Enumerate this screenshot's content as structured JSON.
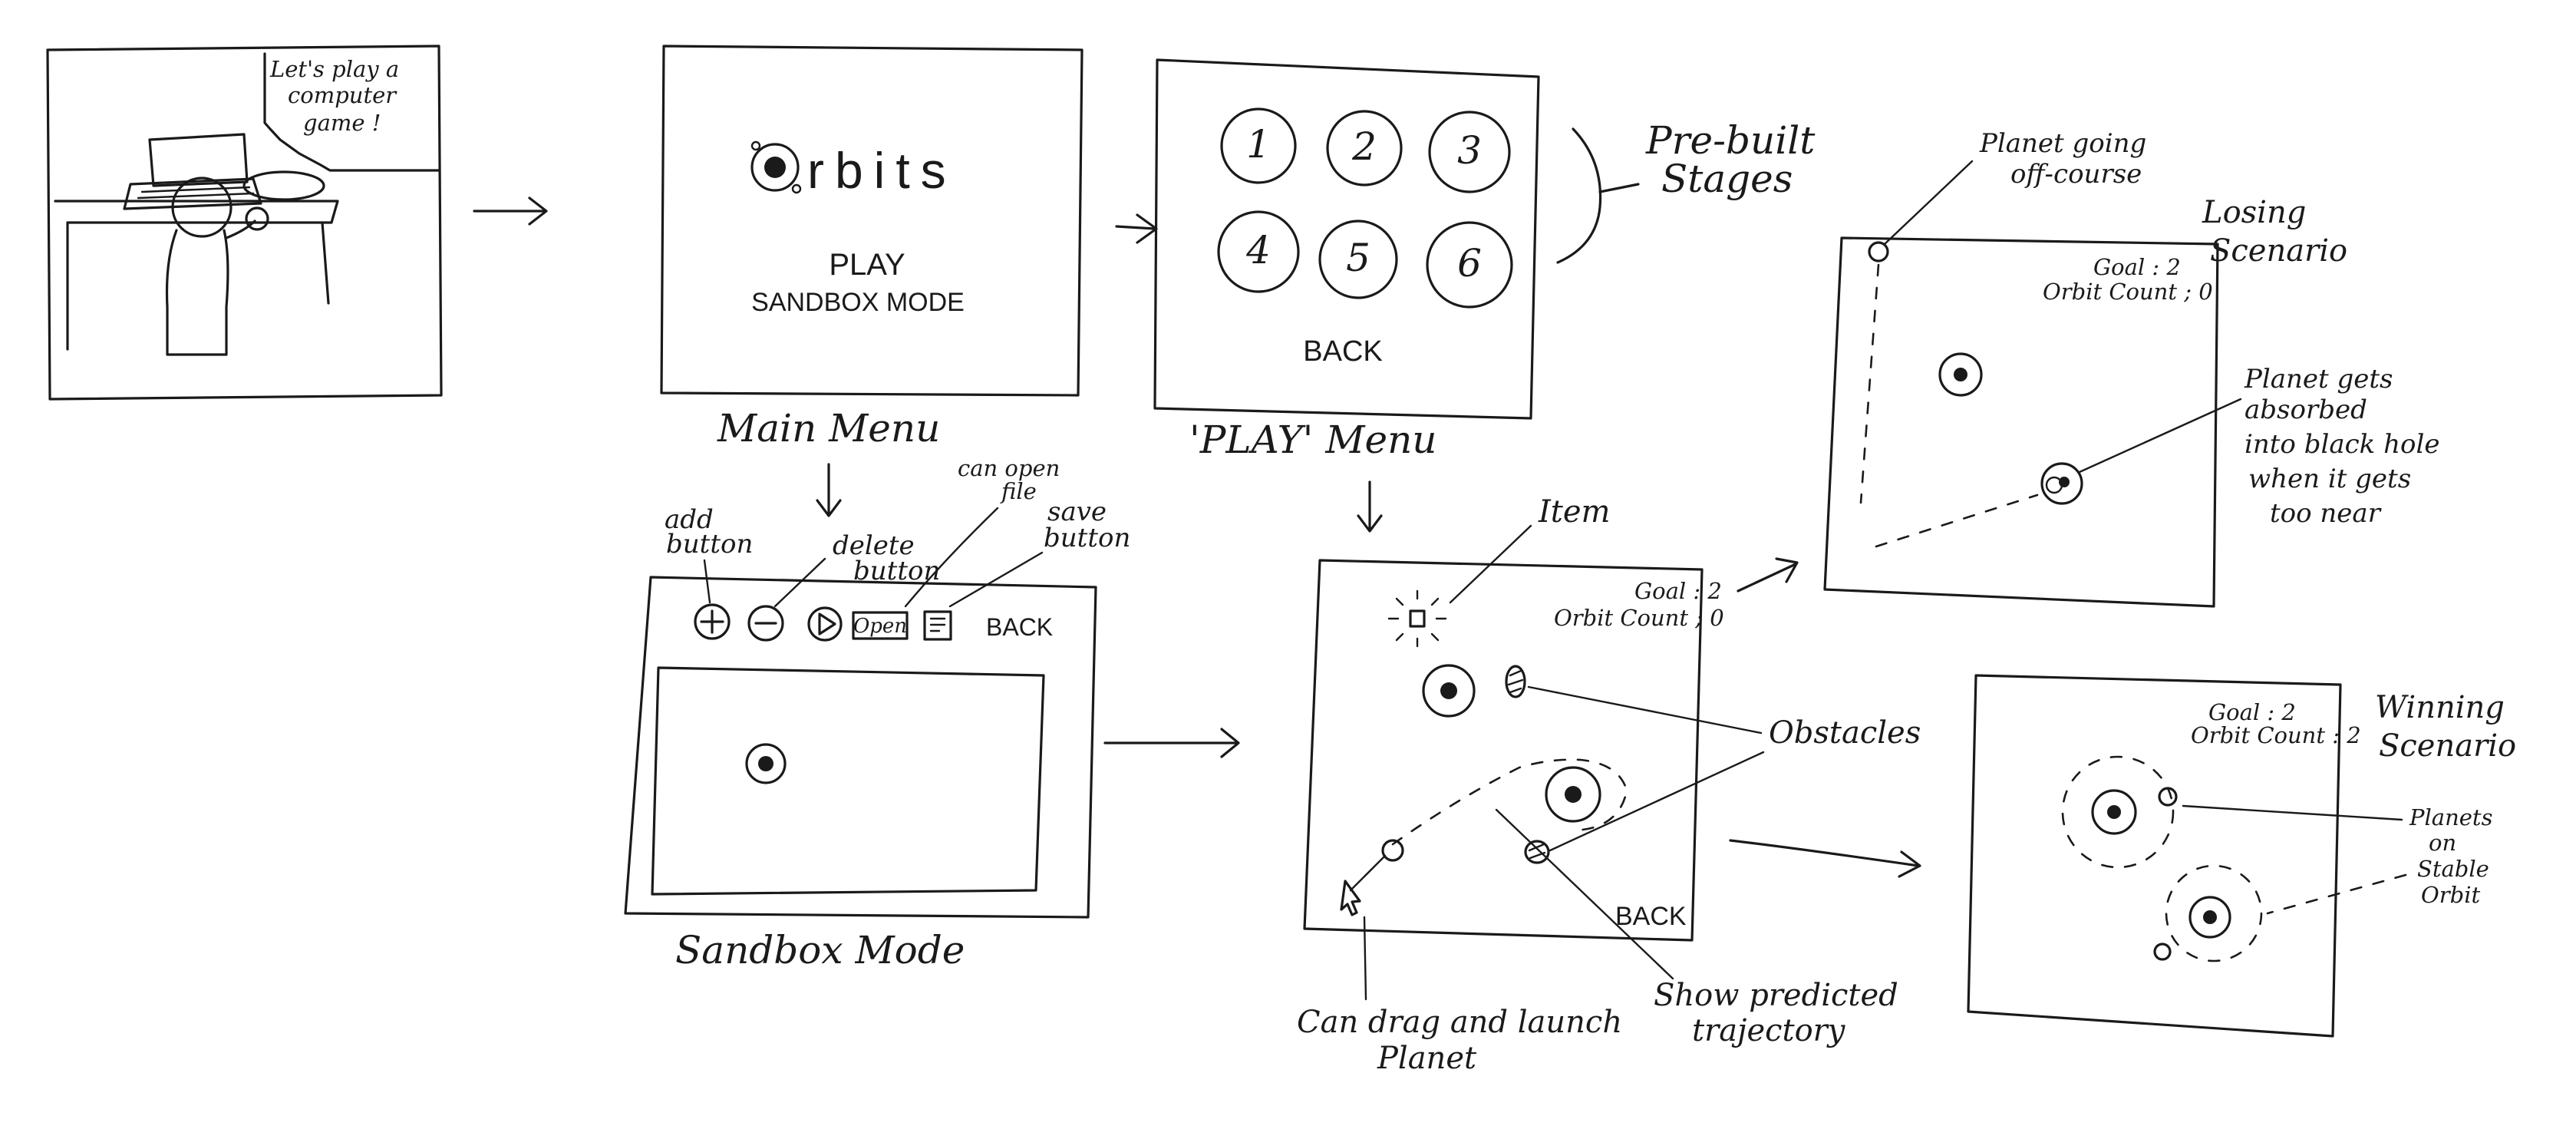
{
  "storyboard": {
    "scene1": {
      "speech": [
        "Let's play a",
        "computer",
        "game !"
      ]
    },
    "main_menu": {
      "logo_text": "rbits",
      "play": "PLAY",
      "sandbox": "SANDBOX MODE",
      "caption": "Main Menu"
    },
    "play_menu": {
      "stages": [
        "1",
        "2",
        "3",
        "4",
        "5",
        "6"
      ],
      "back": "BACK",
      "caption": "'PLAY' Menu",
      "stages_note": [
        "Pre-built",
        "Stages"
      ]
    },
    "sandbox": {
      "open_label": "Open",
      "back": "BACK",
      "caption": "Sandbox Mode",
      "notes": {
        "add": [
          "add",
          "button"
        ],
        "delete": [
          "delete",
          "button"
        ],
        "open": [
          "can open",
          "file"
        ],
        "save": [
          "save",
          "button"
        ]
      }
    },
    "gameplay": {
      "goal": "Goal : 2",
      "orbit_count": "Orbit Count ; 0",
      "back": "BACK",
      "item_note": "Item",
      "obstacles_note": "Obstacles",
      "drag_note": [
        "Can drag and launch",
        "Planet"
      ],
      "trajectory_note": [
        "Show predicted",
        "trajectory"
      ]
    },
    "losing": {
      "goal": "Goal : 2",
      "orbit_count": "Orbit Count ; 0",
      "title": [
        "Losing",
        "Scenario"
      ],
      "offcourse_note": [
        "Planet going",
        "off-course"
      ],
      "absorbed_note": [
        "Planet gets",
        "absorbed",
        "into black hole",
        "when it gets",
        "too near"
      ]
    },
    "winning": {
      "goal": "Goal : 2",
      "orbit_count": "Orbit Count : 2",
      "title": [
        "Winning",
        "Scenario"
      ],
      "stable_note": [
        "Planets",
        "on",
        "Stable",
        "Orbit"
      ]
    }
  }
}
